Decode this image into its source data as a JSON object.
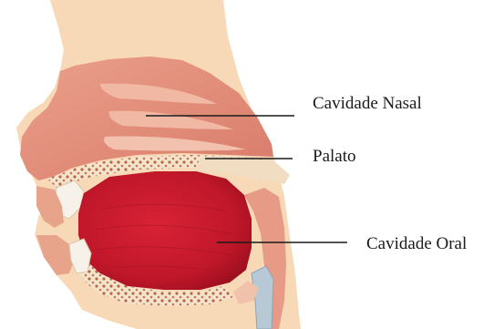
{
  "labels": {
    "nasal_cavity": "Cavidade Nasal",
    "palate": "Palato",
    "oral_cavity": "Cavidade Oral"
  },
  "colors": {
    "skin": "#f6d6b4",
    "nasal_tissue": "#e79a86",
    "oral_cavity": "#c9182a",
    "bone": "#f3e2c8",
    "leader_line": "#1a1a1a"
  }
}
